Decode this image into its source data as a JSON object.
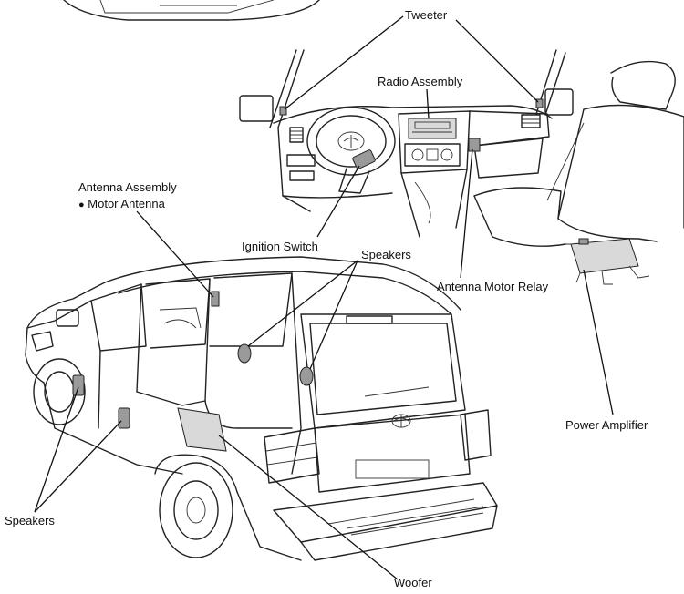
{
  "labels": {
    "tweeter": "Tweeter",
    "radio_assembly": "Radio Assembly",
    "antenna_assembly": "Antenna Assembly",
    "motor_antenna": "Motor Antenna",
    "ignition_switch": "Ignition Switch",
    "speakers_roof": "Speakers",
    "antenna_motor_relay": "Antenna Motor Relay",
    "power_amplifier": "Power Amplifier",
    "speakers_doors": "Speakers",
    "woofer": "Woofer"
  },
  "bullet": "●"
}
